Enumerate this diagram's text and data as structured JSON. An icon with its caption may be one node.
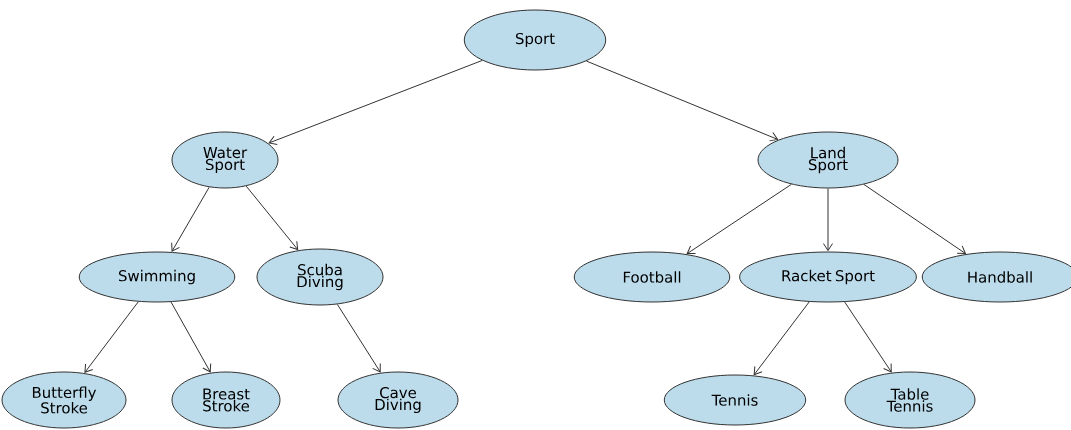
{
  "diagram": {
    "nodes": [
      {
        "text": [
          "Sport"
        ]
      },
      {
        "text": [
          "Water Sport"
        ]
      },
      {
        "text": [
          "Land Sport"
        ]
      },
      {
        "text": [
          "Swimming"
        ]
      },
      {
        "text": [
          "Scuba Diving"
        ]
      },
      {
        "text": [
          "Football"
        ]
      },
      {
        "text": [
          "Racket Sport"
        ]
      },
      {
        "text": [
          "Handball"
        ]
      },
      {
        "text": [
          "Butterfly Stroke"
        ]
      },
      {
        "text": [
          "Breast Stroke"
        ]
      },
      {
        "text": [
          "Cave Diving"
        ]
      },
      {
        "text": [
          "Tennis"
        ]
      },
      {
        "text": [
          "Table Tennis"
        ]
      }
    ],
    "edges": [
      {
        "from": 0,
        "to": 1,
        "arrow": "to"
      },
      {
        "from": 0,
        "to": 2,
        "arrow": "to"
      },
      {
        "from": 1,
        "to": 3,
        "arrow": "to"
      },
      {
        "from": 1,
        "to": 4,
        "arrow": "to"
      },
      {
        "from": 3,
        "to": 8,
        "arrow": "to"
      },
      {
        "from": 3,
        "to": 9,
        "arrow": "to"
      },
      {
        "from": 4,
        "to": 10,
        "arrow": "to"
      },
      {
        "from": 2,
        "to": 5,
        "arrow": "to"
      },
      {
        "from": 2,
        "to": 6,
        "arrow": "to"
      },
      {
        "from": 2,
        "to": 7,
        "arrow": "to"
      },
      {
        "from": 6,
        "to": 11,
        "arrow": "to"
      },
      {
        "from": 6,
        "to": 12,
        "arrow": "to"
      }
    ]
  }
}
